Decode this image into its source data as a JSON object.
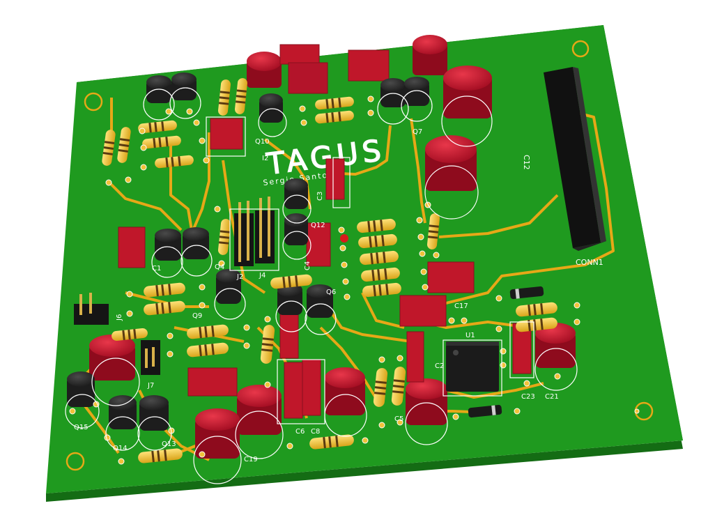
{
  "board": {
    "title": "TAGUS",
    "subtitle": "Sergio Santos",
    "colors": {
      "solder_mask": "#1f9a1f",
      "mask_edge": "#146c14",
      "trace": "#e6a817",
      "pad": "#f0c23a",
      "silkscreen": "#ffffff",
      "capacitor_red": "#c8102e",
      "transistor_black": "#2b2b2b",
      "resistor_body": "#f2c230",
      "resistor_band": "#5a3a10",
      "box_cap_red": "#c0172a",
      "header_black": "#1a1a1a",
      "header_pin": "#d9b24a"
    },
    "labels": {
      "c12": "C12",
      "conn1": "CONN1",
      "q10": "Q10",
      "i2": "I2",
      "c3": "C3",
      "c4": "C4",
      "q12": "Q12",
      "j2": "J2",
      "j4": "J4",
      "j6": "J6",
      "j7": "J7",
      "q9": "Q9",
      "q6": "Q6",
      "q7": "Q7",
      "c17": "C17",
      "u1": "U1",
      "c2": "C2",
      "c23": "C23",
      "c21": "C21",
      "c6": "C6",
      "c8": "C8",
      "c19": "C19",
      "q15": "Q15",
      "q14": "Q14",
      "q13": "Q13",
      "c5": "C5",
      "c1": "C1",
      "q4": "Q4"
    }
  }
}
